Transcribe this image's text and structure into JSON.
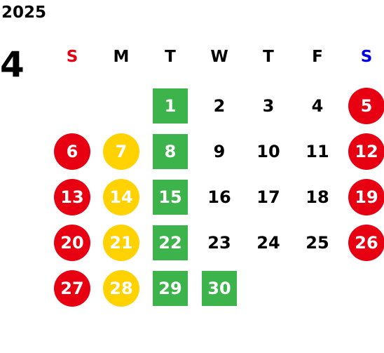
{
  "year": "2025",
  "month": "4",
  "colors": {
    "sunday": "#e60012",
    "saturday": "#0000e6",
    "circle_red": "#e60012",
    "circle_yellow": "#ffd200",
    "square_green": "#3cb44b",
    "text": "#000000"
  },
  "weekdays": [
    "S",
    "M",
    "T",
    "W",
    "T",
    "F",
    "S"
  ],
  "weeks": [
    [
      null,
      null,
      {
        "d": "1",
        "m": "green"
      },
      {
        "d": "2"
      },
      {
        "d": "3"
      },
      {
        "d": "4"
      },
      {
        "d": "5",
        "m": "red"
      }
    ],
    [
      {
        "d": "6",
        "m": "red"
      },
      {
        "d": "7",
        "m": "yellow"
      },
      {
        "d": "8",
        "m": "green"
      },
      {
        "d": "9"
      },
      {
        "d": "10"
      },
      {
        "d": "11"
      },
      {
        "d": "12",
        "m": "red"
      }
    ],
    [
      {
        "d": "13",
        "m": "red"
      },
      {
        "d": "14",
        "m": "yellow"
      },
      {
        "d": "15",
        "m": "green"
      },
      {
        "d": "16"
      },
      {
        "d": "17"
      },
      {
        "d": "18"
      },
      {
        "d": "19",
        "m": "red"
      }
    ],
    [
      {
        "d": "20",
        "m": "red"
      },
      {
        "d": "21",
        "m": "yellow"
      },
      {
        "d": "22",
        "m": "green"
      },
      {
        "d": "23"
      },
      {
        "d": "24"
      },
      {
        "d": "25"
      },
      {
        "d": "26",
        "m": "red"
      }
    ],
    [
      {
        "d": "27",
        "m": "red"
      },
      {
        "d": "28",
        "m": "yellow"
      },
      {
        "d": "29",
        "m": "green"
      },
      {
        "d": "30",
        "m": "green"
      },
      null,
      null,
      null
    ]
  ]
}
